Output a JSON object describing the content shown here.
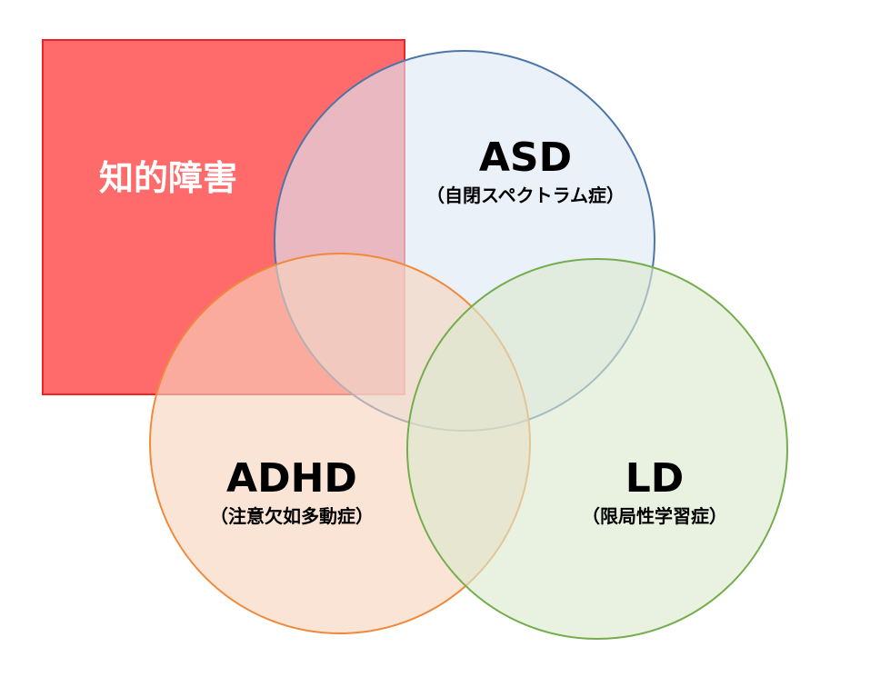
{
  "diagram": {
    "regions": {
      "id": {
        "label": "知的障害",
        "fill": "#ff6b6b",
        "stroke": "#e8252a"
      },
      "asd": {
        "label": "ASD",
        "sublabel": "（自閉スペクトラム症）",
        "fill": "#dde9f6",
        "stroke": "#4d76a8"
      },
      "adhd": {
        "label": "ADHD",
        "sublabel": "（注意欠如多動症）",
        "fill": "#f7d3bd",
        "stroke": "#ef8a3c"
      },
      "ld": {
        "label": "LD",
        "sublabel": "（限局性学習症）",
        "fill": "#dbe9cf",
        "stroke": "#74ad4c"
      }
    }
  }
}
